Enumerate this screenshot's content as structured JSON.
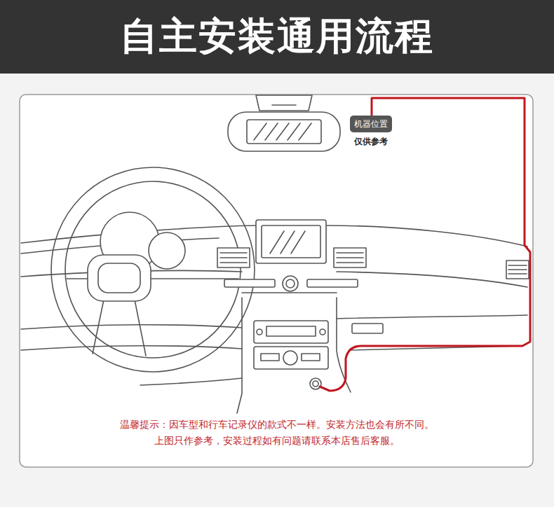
{
  "diagram": {
    "title": "自主安装通用流程",
    "nodes": [
      {
        "text": [
          "机器位置"
        ]
      }
    ],
    "labels": [
      "仅供参考",
      "温馨提示：因车型和行车记录仪的款式不一样。安装方法也会有所不同。",
      "上图只作参考，安装过程如有问题请联系本店售后客服。"
    ]
  }
}
